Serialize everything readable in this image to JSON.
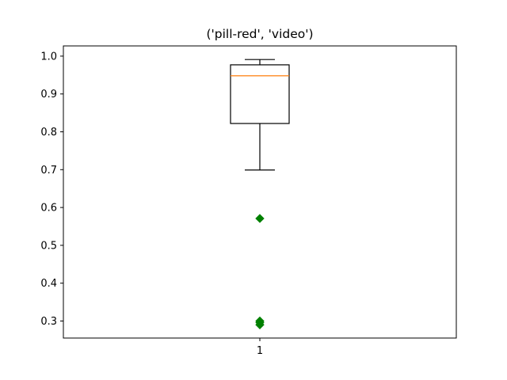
{
  "chart_data": {
    "type": "box",
    "title": "('pill-red', 'video')",
    "xlabel": "",
    "ylabel": "",
    "categories": [
      "1"
    ],
    "ylim": [
      0.255,
      1.027
    ],
    "yticks": [
      "0.3",
      "0.4",
      "0.5",
      "0.6",
      "0.7",
      "0.8",
      "0.9",
      "1.0"
    ],
    "grid": false,
    "boxes": [
      {
        "label": "1",
        "whisker_low": 0.699,
        "q1": 0.822,
        "median": 0.948,
        "q3": 0.977,
        "whisker_high": 0.991,
        "fliers": [
          0.571,
          0.3,
          0.296,
          0.29
        ]
      }
    ],
    "colors": {
      "box": "#000000",
      "median": "#ff7f0e",
      "flier": "#008000"
    }
  }
}
